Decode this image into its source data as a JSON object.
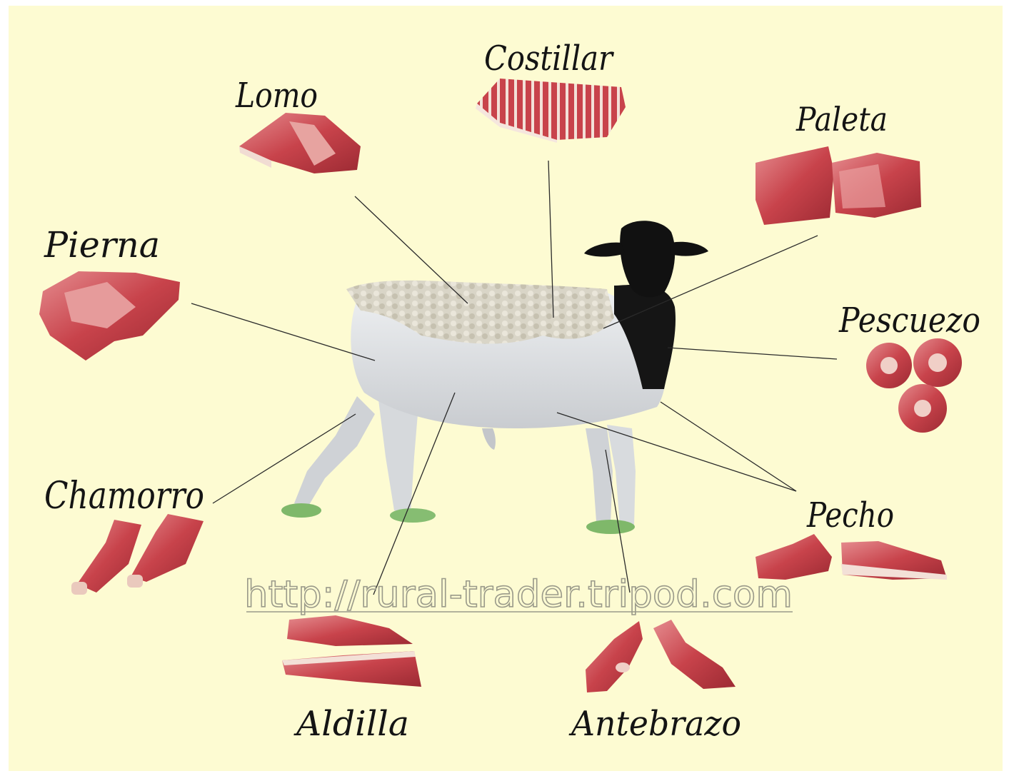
{
  "cuts": [
    {
      "key": "costillar",
      "label": "Costillar"
    },
    {
      "key": "lomo",
      "label": "Lomo"
    },
    {
      "key": "paleta",
      "label": "Paleta"
    },
    {
      "key": "pierna",
      "label": "Pierna"
    },
    {
      "key": "pescuezo",
      "label": "Pescuezo"
    },
    {
      "key": "chamorro",
      "label": "Chamorro"
    },
    {
      "key": "pecho",
      "label": "Pecho"
    },
    {
      "key": "aldilla",
      "label": "Aldilla"
    },
    {
      "key": "antebrazo",
      "label": "Antebrazo"
    }
  ],
  "watermark": "http://rural-trader.tripod.com",
  "colors": {
    "background": "#fdfbd2",
    "meat": "#c8434b",
    "meat_light": "#e9a0a0",
    "fat": "#f4e4dc",
    "wool": "#d8d4c6",
    "body": "#dcdfe2",
    "head": "#121212",
    "grass": "#7fb86a",
    "leader": "#2a2a2a"
  }
}
